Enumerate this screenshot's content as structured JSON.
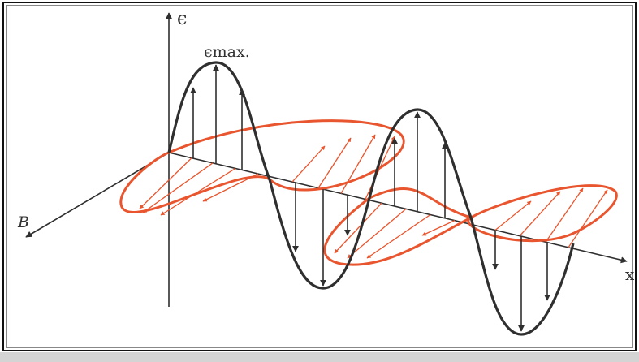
{
  "labels": {
    "e_axis": "ϵ",
    "e_max": "ϵmax.",
    "b_axis": "B",
    "x_axis": "x"
  },
  "colors": {
    "electric": "#2f2f2f",
    "magnetic": "#e8552e",
    "border": "#111111",
    "background": "#ffffff"
  }
}
